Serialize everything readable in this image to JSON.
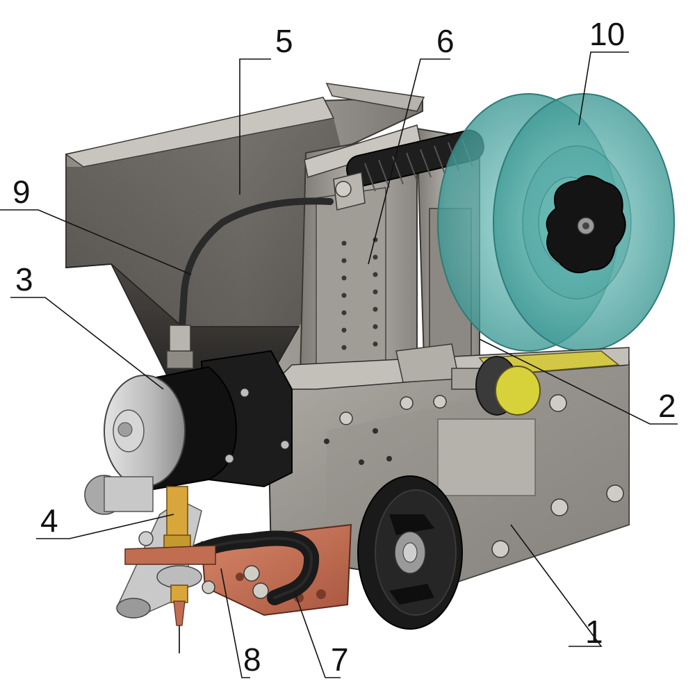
{
  "callouts": [
    {
      "id": "1",
      "label": "1"
    },
    {
      "id": "2",
      "label": "2"
    },
    {
      "id": "3",
      "label": "3"
    },
    {
      "id": "4",
      "label": "4"
    },
    {
      "id": "5",
      "label": "5"
    },
    {
      "id": "6",
      "label": "6"
    },
    {
      "id": "7",
      "label": "7"
    },
    {
      "id": "8",
      "label": "8"
    },
    {
      "id": "9",
      "label": "9"
    },
    {
      "id": "10",
      "label": "10"
    }
  ],
  "colors": {
    "steel": "#9a9690",
    "steel_dark": "#6e6a66",
    "steel_light": "#c9c5bf",
    "spool": "#5fb8b4",
    "black": "#151515",
    "copper": "#c06d52",
    "yellow": "#d8d23a",
    "brass": "#d8a63a"
  }
}
